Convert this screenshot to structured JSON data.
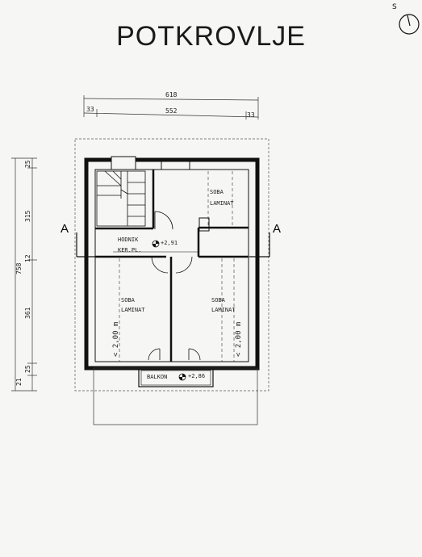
{
  "title": "POTKROVLJE",
  "compass": {
    "label": "S",
    "icon": "north-arrow-icon"
  },
  "section_markers": {
    "left": "A",
    "right": "A"
  },
  "dimensions": {
    "top_total": "618",
    "top_left": "33",
    "top_middle": "552",
    "top_right": "33",
    "left_total": "758",
    "left_1": "25",
    "left_2": "315",
    "left_3": "12",
    "left_4": "361",
    "left_5": "25",
    "left_6": "21"
  },
  "rooms": {
    "room_top_right": {
      "name": "SOBA",
      "floor": "LAMINAT"
    },
    "corridor": {
      "name": "HODNIK",
      "floor": "KER.PL.",
      "level": "+2,91"
    },
    "room_bottom_left": {
      "name": "SOBA",
      "floor": "LAMINAT"
    },
    "room_bottom_right": {
      "name": "SOBA",
      "floor": "LAMINAT"
    },
    "balcony": {
      "name": "BALKON",
      "level": "+2,86"
    }
  },
  "height_notes": {
    "left": "< 2,00 m",
    "right": "< 2,00 m"
  }
}
